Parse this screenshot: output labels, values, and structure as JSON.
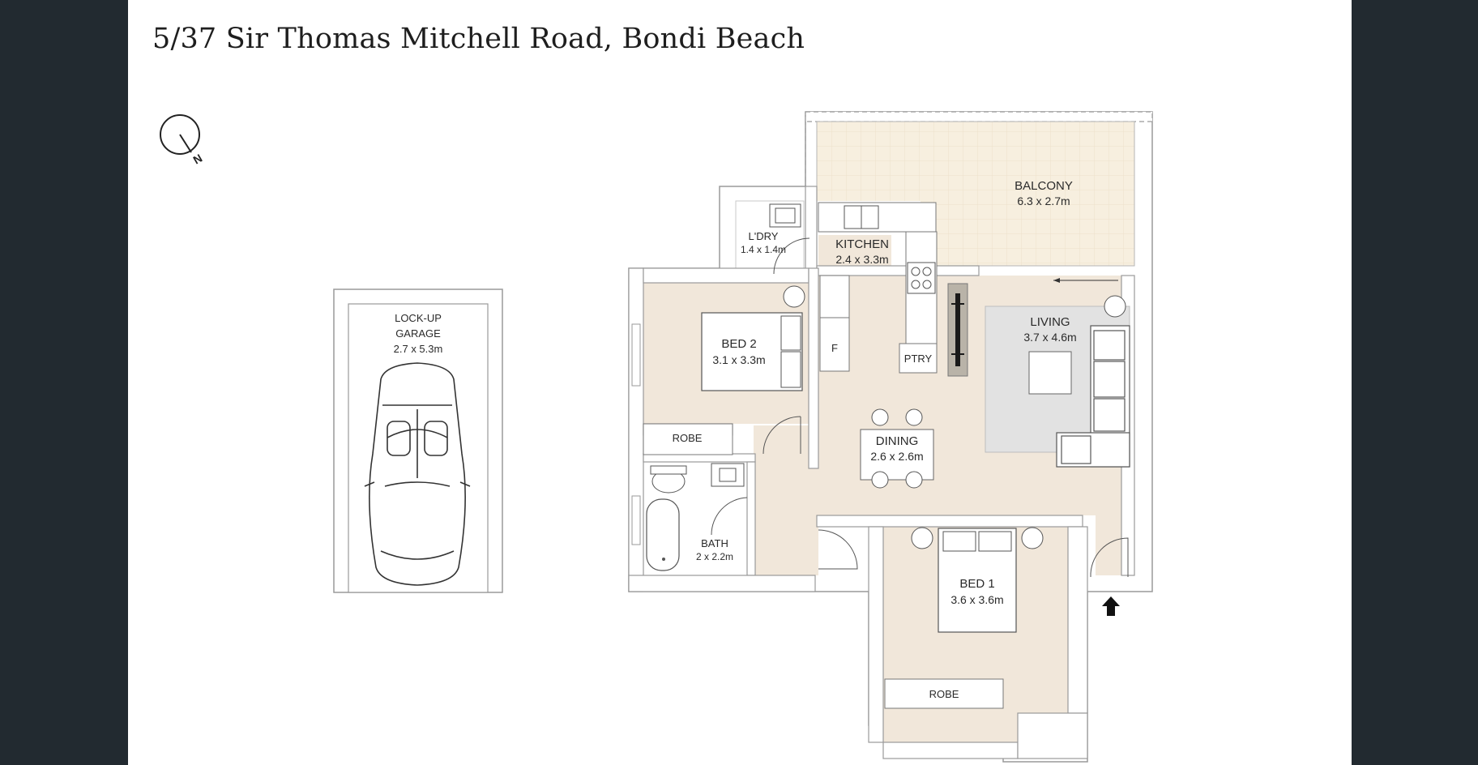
{
  "title": "5/37 Sir Thomas Mitchell Road, Bondi Beach",
  "compass": {
    "label": "N"
  },
  "rooms": {
    "garage": {
      "name_line1": "LOCK-UP",
      "name_line2": "GARAGE",
      "dims": "2.7 x 5.3m"
    },
    "balcony": {
      "name": "BALCONY",
      "dims": "6.3 x 2.7m"
    },
    "laundry": {
      "name": "L'DRY",
      "dims": "1.4 x 1.4m"
    },
    "kitchen": {
      "name": "KITCHEN",
      "dims": "2.4 x 3.3m"
    },
    "living": {
      "name": "LIVING",
      "dims": "3.7 x 4.6m"
    },
    "bed2": {
      "name": "BED 2",
      "dims": "3.1 x 3.3m"
    },
    "dining": {
      "name": "DINING",
      "dims": "2.6 x 2.6m"
    },
    "bath": {
      "name": "BATH",
      "dims": "2 x 2.2m"
    },
    "bed1": {
      "name": "BED 1",
      "dims": "3.6 x 3.6m"
    },
    "robe_bed2": {
      "name": "ROBE"
    },
    "robe_bed1": {
      "name": "ROBE"
    },
    "pantry": {
      "name": "PTRY"
    },
    "fridge": {
      "name": "F"
    }
  },
  "colors": {
    "background": "#222a30",
    "sheet": "#ffffff",
    "floor": "#f1e7da",
    "balcony": "#f7efdf",
    "wall": "#ffffff",
    "rug": "#e2e2e2"
  }
}
